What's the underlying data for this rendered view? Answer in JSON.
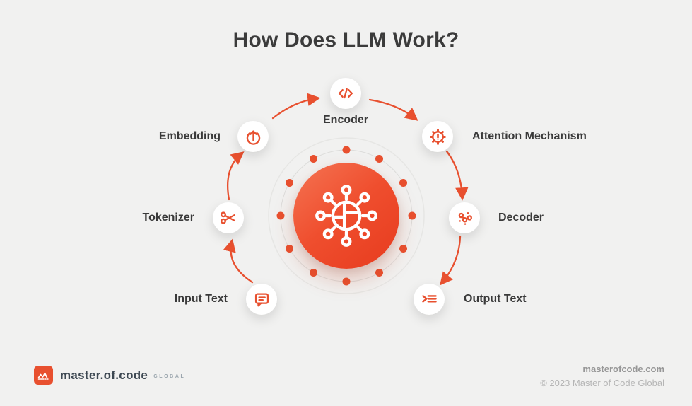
{
  "title": "How Does LLM Work?",
  "colors": {
    "background": "#f1f1f0",
    "accent": "#e8502f",
    "accent_gradient_light": "#f57453",
    "accent_gradient_dark": "#e73b1e",
    "heading_text": "#3b3b3b",
    "label_text": "#3a3a3a",
    "muted_text": "#979797"
  },
  "center": {
    "icon": "neural-network-hub-icon",
    "ring_dots": 12
  },
  "steps": [
    {
      "label": "Input Text",
      "icon": "chat-bubble-icon"
    },
    {
      "label": "Tokenizer",
      "icon": "scissors-icon"
    },
    {
      "label": "Embedding",
      "icon": "upload-arrow-icon"
    },
    {
      "label": "Encoder",
      "icon": "code-brackets-icon"
    },
    {
      "label": "Attention Mechanism",
      "icon": "gear-alert-icon"
    },
    {
      "label": "Decoder",
      "icon": "network-nodes-icon"
    },
    {
      "label": "Output Text",
      "icon": "prompt-lines-icon"
    }
  ],
  "footer": {
    "brand": "master.of.code",
    "brand_suffix": "GLOBAL",
    "website": "masterofcode.com",
    "copyright": "© 2023 Master of Code Global"
  }
}
